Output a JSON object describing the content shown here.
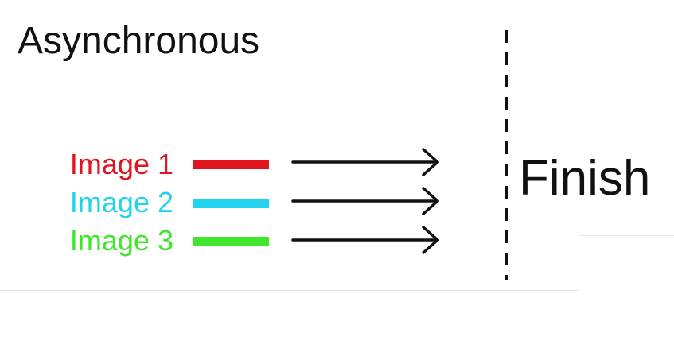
{
  "title": "Asynchronous",
  "finish_label": "Finish",
  "rows": [
    {
      "label": "Image 1",
      "color": "#e0151f"
    },
    {
      "label": "Image 2",
      "color": "#22d3f0"
    },
    {
      "label": "Image 3",
      "color": "#3fe62b"
    }
  ],
  "colors": {
    "text": "#111111",
    "arrow": "#111111",
    "divider": "#111111"
  }
}
